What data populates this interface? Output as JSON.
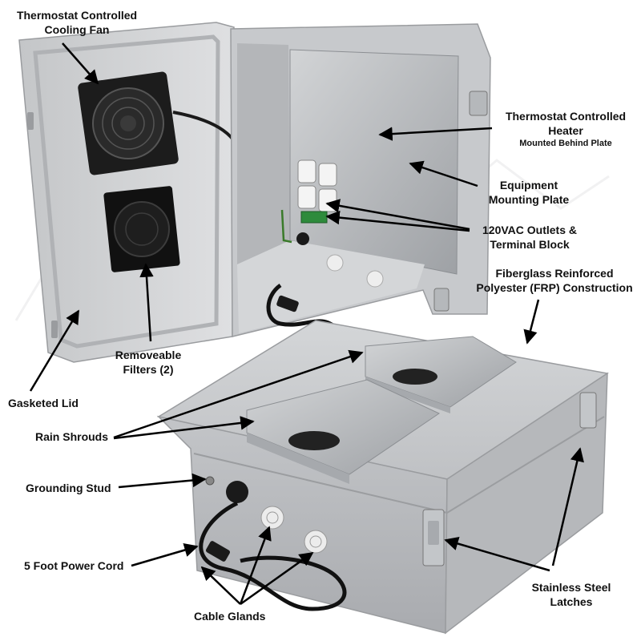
{
  "callouts": {
    "fan": {
      "line1": "Thermostat Controlled",
      "line2": "Cooling Fan"
    },
    "heater": {
      "line1": "Thermostat Controlled",
      "line2": "Heater",
      "sub": "Mounted Behind Plate"
    },
    "plate": {
      "line1": "Equipment",
      "line2": "Mounting Plate"
    },
    "outlets": {
      "line1": "120VAC Outlets &",
      "line2": "Terminal Block"
    },
    "frp": {
      "line1": "Fiberglass Reinforced",
      "line2": "Polyester (FRP) Construction"
    },
    "filters": {
      "line1": "Removeable",
      "line2": "Filters (2)"
    },
    "lid": {
      "text": "Gasketed Lid"
    },
    "shrouds": {
      "text": "Rain Shrouds"
    },
    "stud": {
      "text": "Grounding Stud"
    },
    "cord": {
      "text": "5 Foot Power Cord"
    },
    "latches": {
      "line1": "Stainless Steel",
      "line2": "Latches"
    },
    "glands": {
      "text": "Cable Glands"
    }
  },
  "colors": {
    "enclosure": "#c9cbcd",
    "enclosure_dark": "#a8aaad",
    "panel": "#d8dadc",
    "steel": "#b9bcbf",
    "fan": "#1c1c1c",
    "arrow": "#000000"
  }
}
